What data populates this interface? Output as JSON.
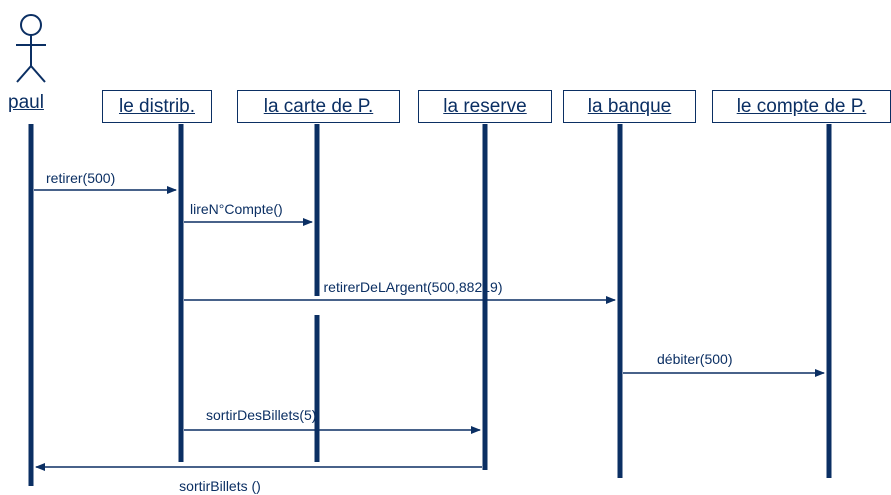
{
  "actor": {
    "name": "paul"
  },
  "objects": [
    {
      "id": "distrib",
      "label": "le distrib."
    },
    {
      "id": "carte",
      "label": "la carte de P."
    },
    {
      "id": "reserve",
      "label": "la reserve"
    },
    {
      "id": "banque",
      "label": "la banque"
    },
    {
      "id": "compte",
      "label": "le compte de P."
    }
  ],
  "messages": [
    {
      "from": "paul",
      "to": "distrib",
      "label": "retirer(500)"
    },
    {
      "from": "distrib",
      "to": "carte",
      "label": "lireN°Compte()"
    },
    {
      "from": "distrib",
      "to": "banque",
      "label": "retirerDeLArgent(500,88219)"
    },
    {
      "from": "banque",
      "to": "compte",
      "label": "débiter(500)"
    },
    {
      "from": "distrib",
      "to": "reserve",
      "label": "sortirDesBillets(5)"
    },
    {
      "from": "reserve",
      "to": "paul",
      "label": "sortirBillets ()"
    }
  ],
  "colors": {
    "line": "#0b2f63"
  }
}
